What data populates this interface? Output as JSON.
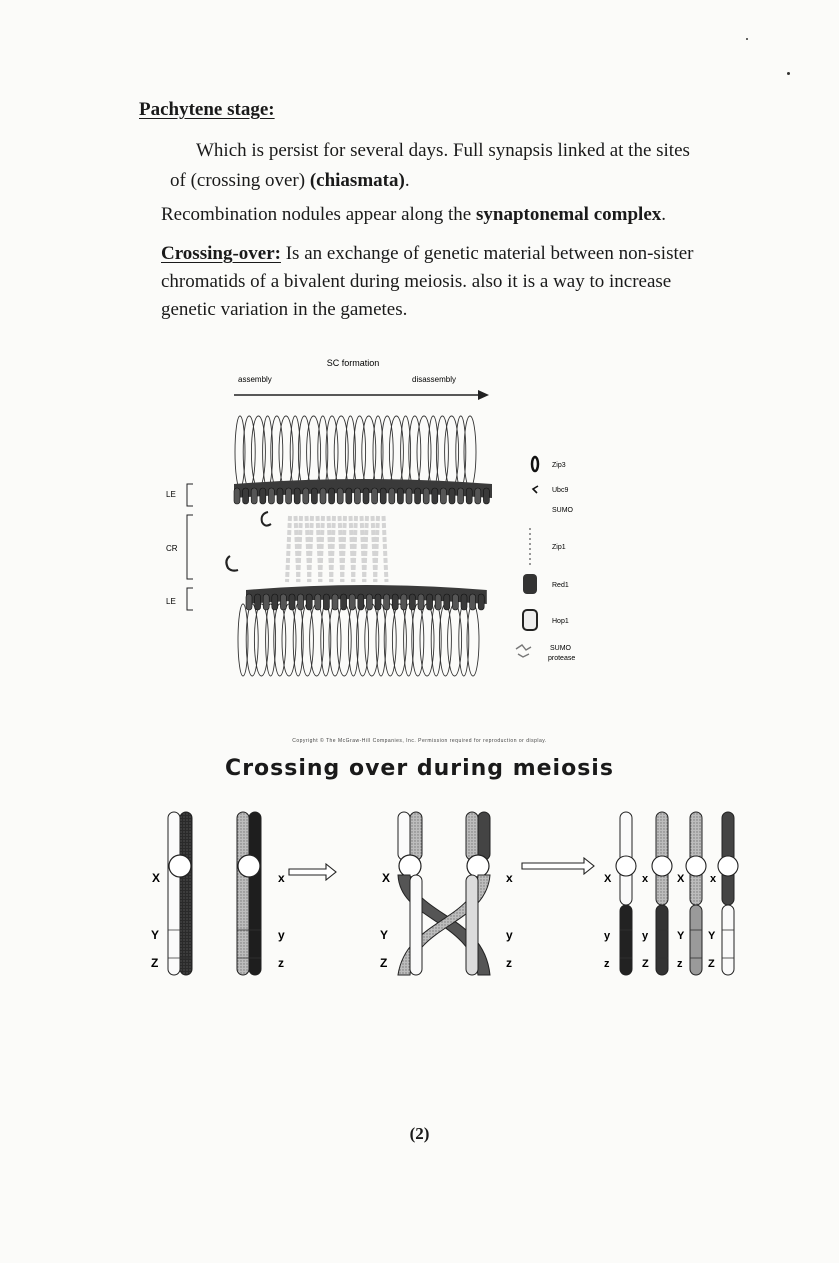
{
  "heading": "Pachytene stage:",
  "para1": {
    "line1": "Which is persist for several days. Full synapsis linked at the sites",
    "line2_pre": "of (crossing over) ",
    "line2_bold": "(chiasmata)",
    "line2_post": "."
  },
  "para2": {
    "pre": "Recombination nodules appear along the ",
    "bold": "synaptonemal complex",
    "post": "."
  },
  "para3": {
    "term": "Crossing-over:",
    "line1": " Is an exchange of genetic material between non-sister",
    "line2": "chromatids of a bivalent during meiosis. also it is a way to increase",
    "line3": "genetic variation in the gametes."
  },
  "sc_figure": {
    "title": "SC formation",
    "assembly": "assembly",
    "disassembly": "disassembly",
    "side_labels": [
      "LE",
      "CR",
      "LE"
    ],
    "legend": [
      {
        "name": "zip3",
        "label": "Zip3"
      },
      {
        "name": "ubc9",
        "label": "Ubc9"
      },
      {
        "name": "sumo",
        "label": "SUMO"
      },
      {
        "name": "zip1",
        "label": "Zip1"
      },
      {
        "name": "red1",
        "label": "Red1"
      },
      {
        "name": "hop1",
        "label": "Hop1"
      },
      {
        "name": "sumo-protease",
        "label": "SUMO",
        "label2": "protease"
      }
    ],
    "colors": {
      "dark": "#3a3a3a",
      "mid": "#8a8a8a",
      "light": "#d4d4d4"
    }
  },
  "copyright": "Copyright © The McGraw-Hill Companies, Inc. Permission required for reproduction or display.",
  "crossing_figure": {
    "title": "Crossing over during meiosis",
    "left_labels": [
      "X",
      "Y",
      "Z"
    ],
    "right_labels": [
      "x",
      "y",
      "z"
    ],
    "result_labels": [
      [
        "X",
        "y",
        "z"
      ],
      [
        "x",
        "y",
        "Z"
      ],
      [
        "X",
        "Y",
        "z"
      ],
      [
        "x",
        "Y",
        "Z"
      ]
    ]
  },
  "page_number": "(2)"
}
